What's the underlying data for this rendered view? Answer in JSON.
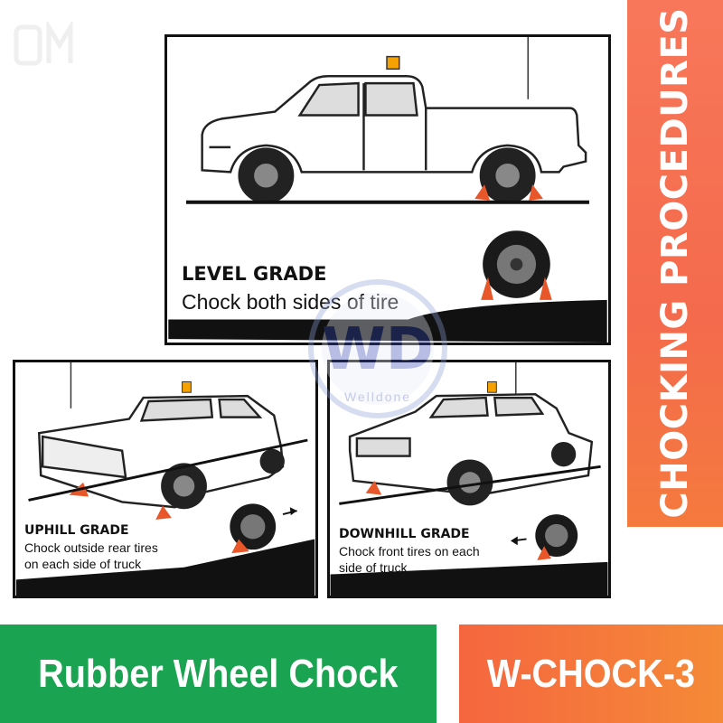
{
  "side_banner": {
    "text": "CHOCKING PROCEDURES"
  },
  "panels": {
    "level": {
      "title": "LEVEL GRADE",
      "text": "Chock both sides of tire"
    },
    "uphill": {
      "title": "UPHILL GRADE",
      "line1": "Chock outside rear tires",
      "line2": "on each side of truck"
    },
    "downhill": {
      "title": "DOWNHILL GRADE",
      "line1": "Chock front tires on each",
      "line2": "side of truck"
    }
  },
  "watermark": {
    "logo": "WD",
    "text": "Welldone"
  },
  "product": {
    "name": "Rubber Wheel Chock",
    "code": "W-CHOCK-3"
  },
  "colors": {
    "green": "#1aa350",
    "orange": "#f5663f",
    "chock": "#e8572a"
  }
}
